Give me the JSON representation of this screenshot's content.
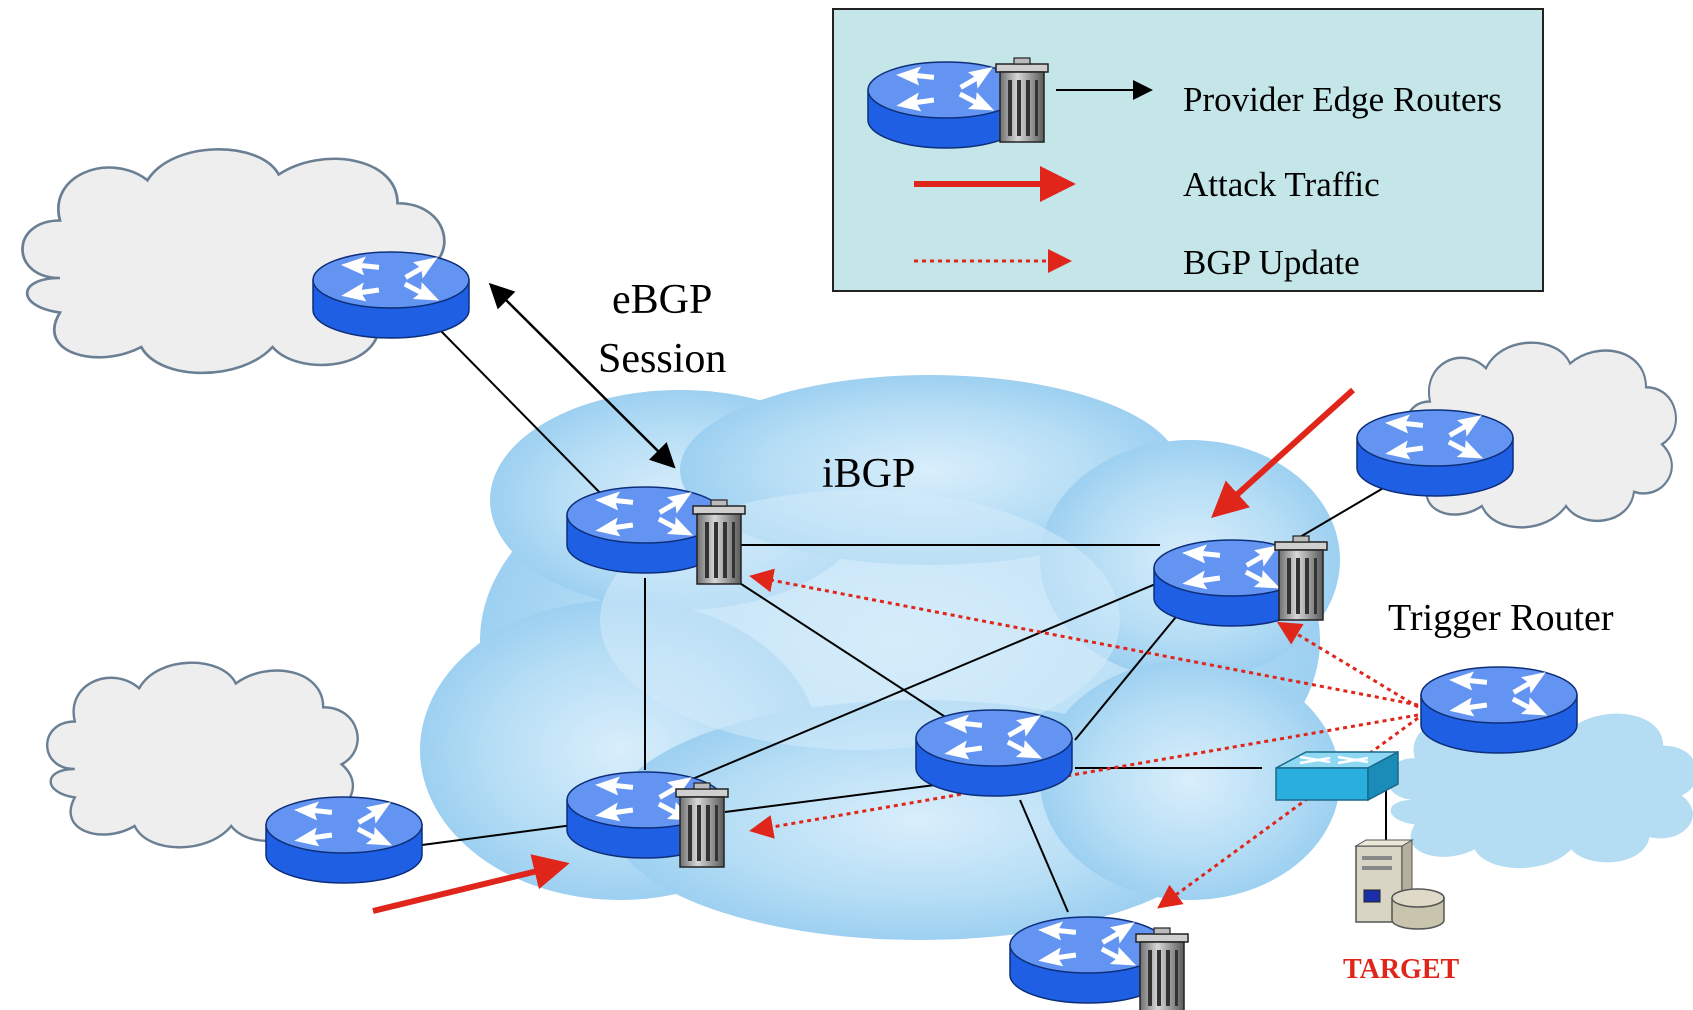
{
  "legend": {
    "pe_routers": "Provider Edge Routers",
    "attack_traffic": "Attack Traffic",
    "bgp_update": "BGP Update"
  },
  "labels": {
    "ebgp_line1": "eBGP",
    "ebgp_line2": "Session",
    "ibgp": "iBGP",
    "trigger_router": "Trigger Router",
    "target": "TARGET"
  },
  "colors": {
    "router_top": "#5e8ff0",
    "router_body": "#1f60e6",
    "attack": "#e0251a",
    "bgp_update": "#e0251a",
    "legend_bg": "#c4e6e8",
    "core_cloud": "#a9d6f1",
    "outer_cloud": "#eeeeee",
    "switch": "#2aaede"
  },
  "icons": [
    "router-icon",
    "trash-bin-icon",
    "switch-icon",
    "server-icon",
    "cloud-shape"
  ]
}
